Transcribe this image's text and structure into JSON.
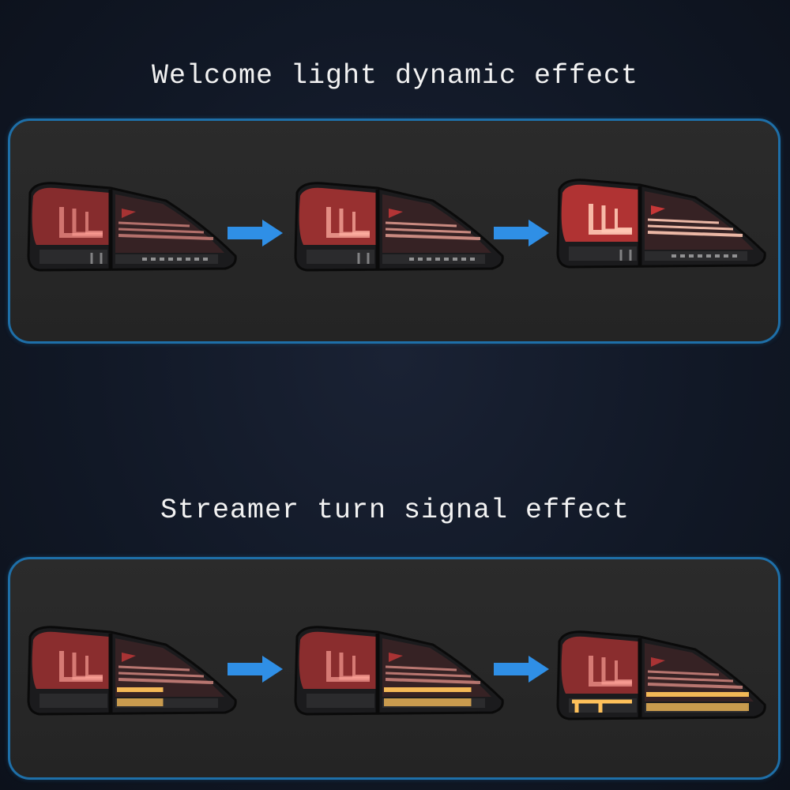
{
  "sections": [
    {
      "title": "Welcome light dynamic effect",
      "effect": "welcome",
      "stages": [
        {
          "state": "partial-red-dim"
        },
        {
          "state": "partial-red-medium"
        },
        {
          "state": "full-red-bright"
        }
      ]
    },
    {
      "title": "Streamer turn signal effect",
      "effect": "turn-signal",
      "stages": [
        {
          "state": "amber-start"
        },
        {
          "state": "amber-mid"
        },
        {
          "state": "amber-full"
        }
      ]
    }
  ],
  "colors": {
    "panel_border": "#1e6fa8",
    "arrow": "#2f8fe6",
    "tail_red": "#d63a3a",
    "amber": "#ffc15a"
  },
  "icons": [
    "tail-light-image",
    "arrow-right-icon"
  ]
}
